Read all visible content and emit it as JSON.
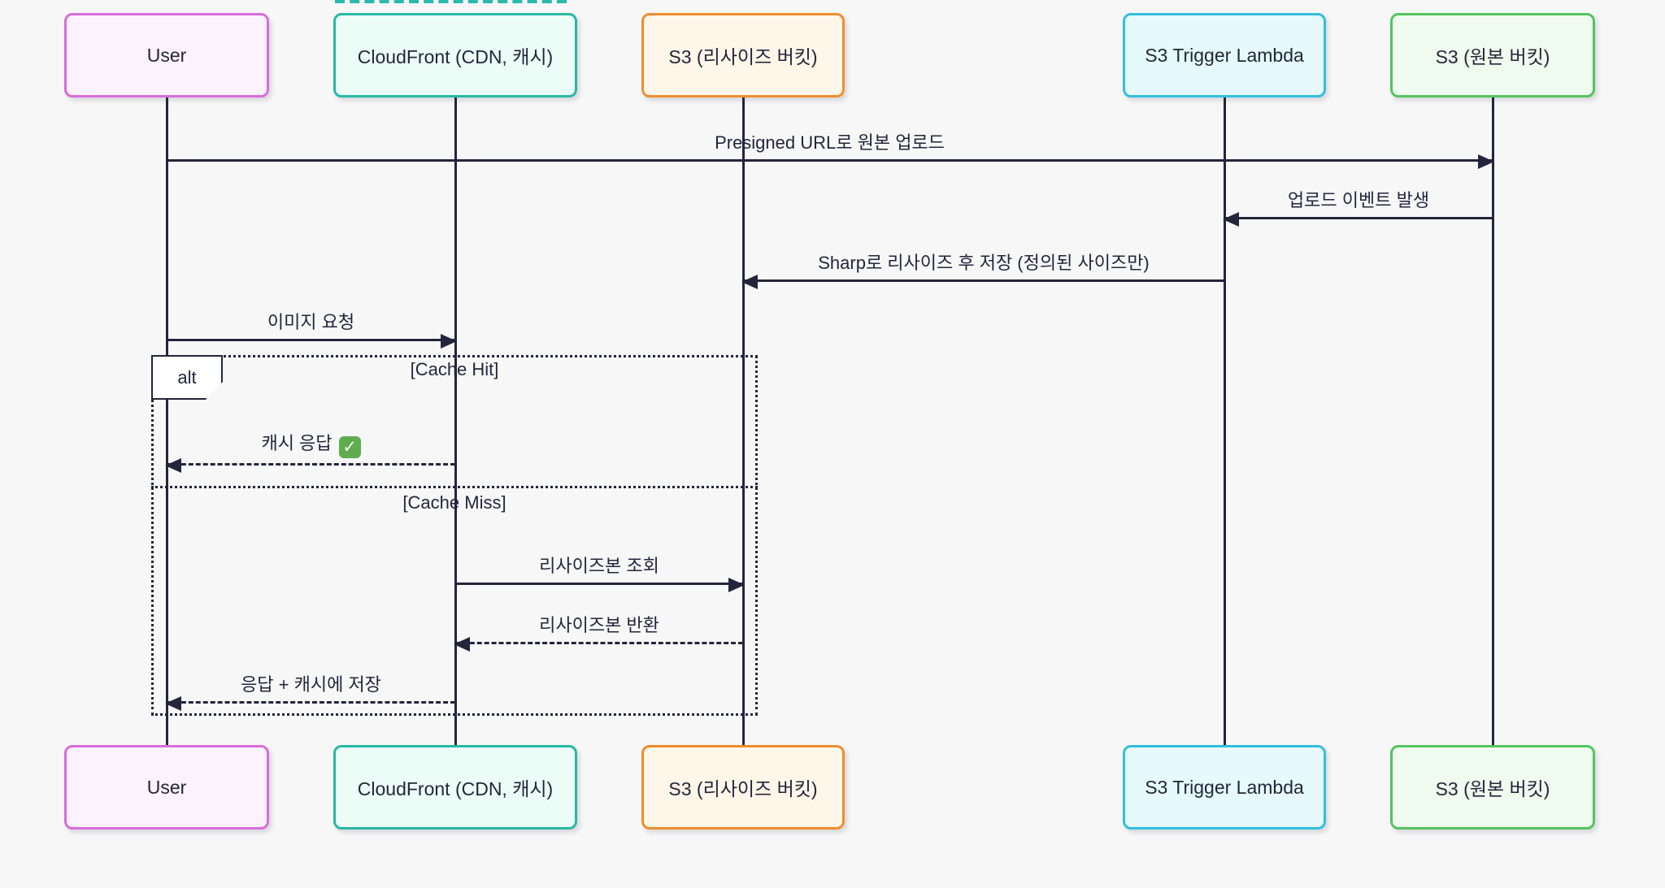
{
  "background": "#f7f7f8",
  "ink": "#23263a",
  "actors": [
    {
      "id": "user",
      "name": "User",
      "border": "#d76ddb",
      "fill": "#fcf2fd"
    },
    {
      "id": "cloudfront",
      "name": "CloudFront (CDN, 캐시)",
      "border": "#27b9a3",
      "fill": "#ecfdf7"
    },
    {
      "id": "s3resize",
      "name": "S3 (리사이즈 버킷)",
      "border": "#ef8e2f",
      "fill": "#fdf6e9"
    },
    {
      "id": "lambda",
      "name": "S3 Trigger Lambda",
      "border": "#33bede",
      "fill": "#e6fafd"
    },
    {
      "id": "s3origin",
      "name": "S3 (원본 버킷)",
      "border": "#54c45e",
      "fill": "#eefbee"
    }
  ],
  "messages": [
    {
      "text": "Presigned URL로 원본 업로드",
      "from": "User",
      "to": "S3 (원본 버킷)",
      "line": "solid",
      "direction": "right"
    },
    {
      "text": "업로드 이벤트 발생",
      "from": "S3 (원본 버킷)",
      "to": "S3 Trigger Lambda",
      "line": "solid",
      "direction": "left"
    },
    {
      "text": "Sharp로 리사이즈 후 저장 (정의된 사이즈만)",
      "from": "S3 Trigger Lambda",
      "to": "S3 (리사이즈 버킷)",
      "line": "solid",
      "direction": "left"
    },
    {
      "text": "이미지 요청",
      "from": "User",
      "to": "CloudFront (CDN, 캐시)",
      "line": "solid",
      "direction": "right"
    },
    {
      "text": "캐시 응답",
      "icon": "✓",
      "from": "CloudFront (CDN, 캐시)",
      "to": "User",
      "line": "dashed",
      "direction": "left"
    },
    {
      "text": "리사이즈본 조회",
      "from": "CloudFront (CDN, 캐시)",
      "to": "S3 (리사이즈 버킷)",
      "line": "solid",
      "direction": "right"
    },
    {
      "text": "리사이즈본 반환",
      "from": "S3 (리사이즈 버킷)",
      "to": "CloudFront (CDN, 캐시)",
      "line": "dashed",
      "direction": "left"
    },
    {
      "text": "응답 + 캐시에 저장",
      "from": "CloudFront (CDN, 캐시)",
      "to": "User",
      "line": "dashed",
      "direction": "left"
    }
  ],
  "alt_frame": {
    "label": "alt",
    "case_hit": "[Cache Hit]",
    "case_miss": "[Cache Miss]"
  },
  "check_badge": {
    "bg": "#5fad4e",
    "fg": "#ffffff"
  }
}
